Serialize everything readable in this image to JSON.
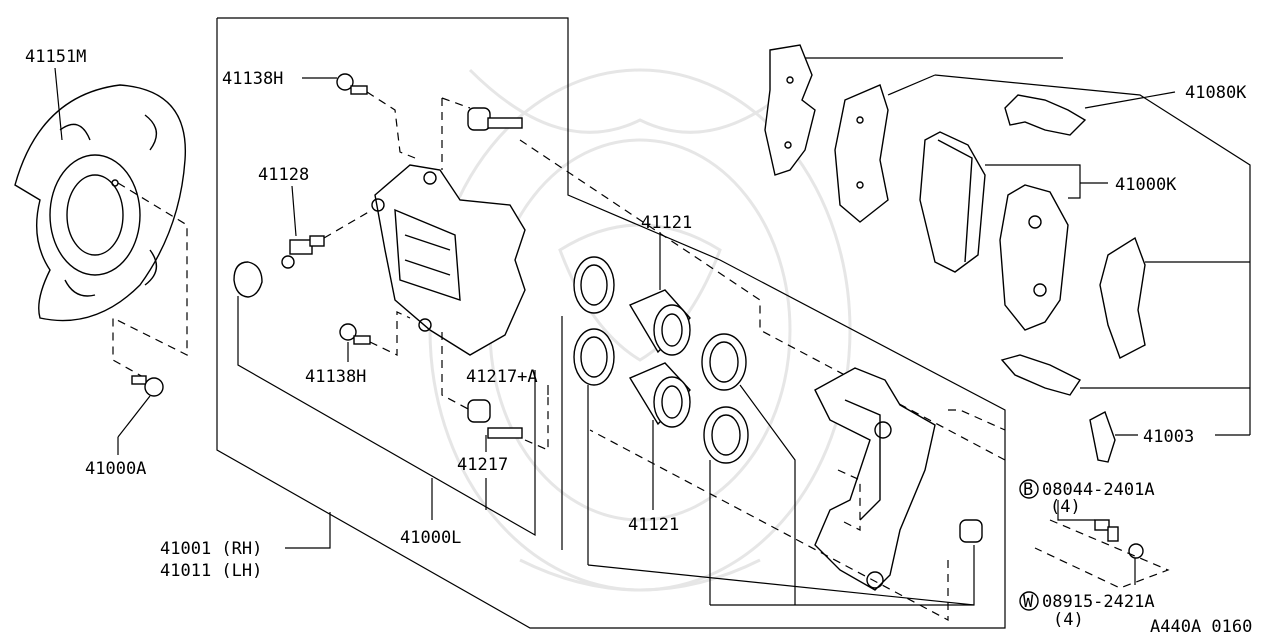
{
  "diagram_code": "A440A 0160",
  "parts": {
    "p41151M": "41151M",
    "p41138H_top": "41138H",
    "p41128": "41128",
    "p41138H_bot": "41138H",
    "p41000A": "41000A",
    "p41121_top": "41121",
    "p41217A": "41217+A",
    "p41217": "41217",
    "p41121_bot": "41121",
    "p41000L": "41000L",
    "p41001": "41001 (RH)",
    "p41011": "41011 (LH)",
    "p41080K": "41080K",
    "p41000K": "41000K",
    "p41003": "41003",
    "bolt_code": "08044-2401A",
    "bolt_qty": "(4)",
    "washer_code": "08915-2421A",
    "washer_qty": "(4)",
    "bolt_badge": "B",
    "washer_badge": "W"
  }
}
